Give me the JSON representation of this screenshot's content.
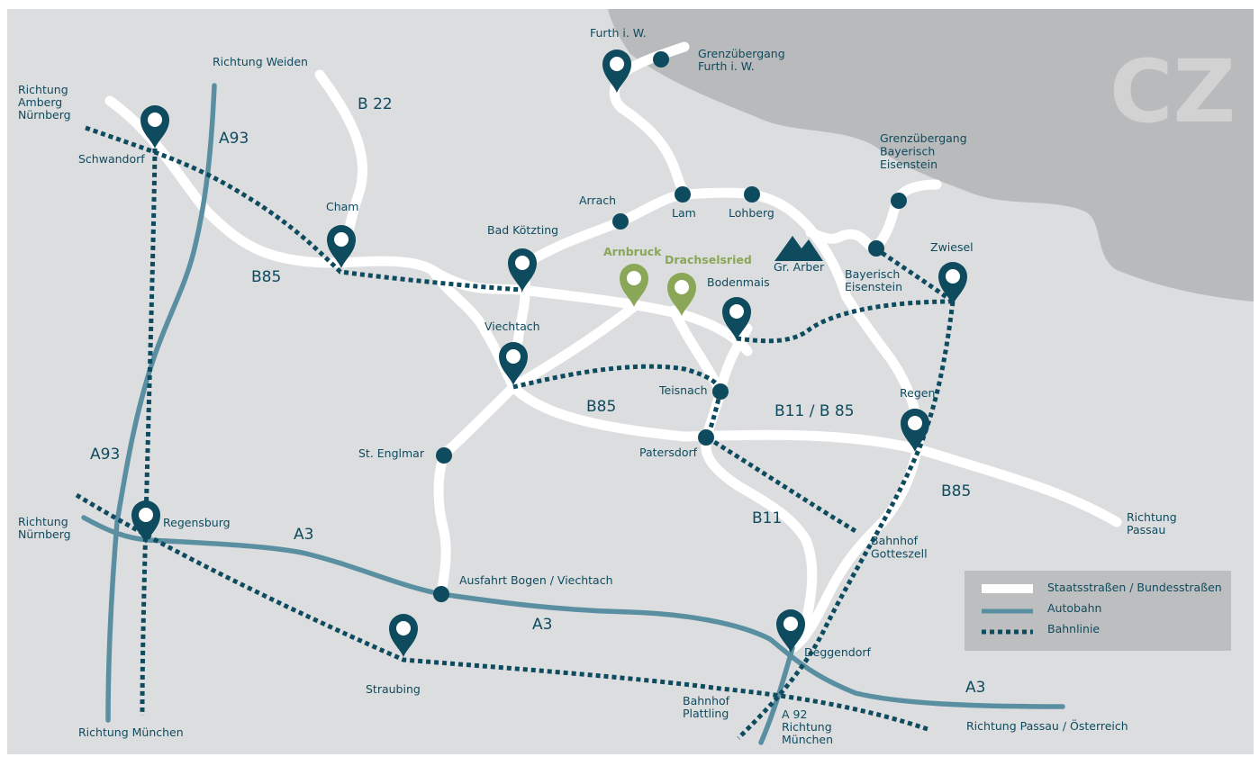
{
  "country": {
    "label": "CZ"
  },
  "colors": {
    "background": "#dcdddf",
    "czech_area": "#b9babc",
    "road": "#ffffff",
    "autobahn": "#5a8fa1",
    "rail": "#0e4b5e",
    "pin_blue": "#0e4b5e",
    "pin_green": "#8aa657",
    "legend_bg": "#bdbebf"
  },
  "labels": {
    "richtung_amberg": [
      "Richtung",
      "Amberg",
      "Nürnberg"
    ],
    "schwandorf": "Schwandorf",
    "richtung_weiden": "Richtung Weiden",
    "a93_top": "A93",
    "b22": "B 22",
    "cham": "Cham",
    "b85_west": "B85",
    "furth": "Furth i. W.",
    "grenz_furth": [
      "Grenzübergang",
      "Furth i. W."
    ],
    "arrach": "Arrach",
    "bad_koetzting": "Bad Kötzting",
    "lam": "Lam",
    "lohberg": "Lohberg",
    "grenz_bayerisch": [
      "Grenzübergang",
      "Bayerisch",
      "Eisenstein"
    ],
    "arnbruck": "Arnbruck",
    "drachselsried": "Drachselsried",
    "gr_arber": "Gr. Arber",
    "bodenmais": "Bodenmais",
    "bayerisch_eisenstein": [
      "Bayerisch",
      "Eisenstein"
    ],
    "zwiesel": "Zwiesel",
    "viechtach": "Viechtach",
    "teisnach": "Teisnach",
    "b85_mid": "B85",
    "b11_b85": "B11 / B 85",
    "regen": "Regen",
    "st_englmar": "St. Englmar",
    "patersdorf": "Patersdorf",
    "a93_mid": "A93",
    "b85_east": "B85",
    "richtung_passau": [
      "Richtung",
      "Passau"
    ],
    "richtung_nuernberg": [
      "Richtung",
      "Nürnberg"
    ],
    "regensburg": "Regensburg",
    "a3_west": "A3",
    "b11": "B11",
    "bahnhof_gotteszell": [
      "Bahnhof",
      "Gotteszell"
    ],
    "ausfahrt_bogen": "Ausfahrt Bogen / Viechtach",
    "a3_mid": "A3",
    "deggendorf": "Deggendorf",
    "straubing": "Straubing",
    "a3_east": "A3",
    "bahnhof_plattling": [
      "Bahnhof",
      "Plattling"
    ],
    "a92": [
      "A 92",
      "Richtung",
      "München"
    ],
    "richtung_passau_oesterreich": "Richtung Passau / Österreich",
    "richtung_muenchen": "Richtung München"
  },
  "legend": {
    "roads": "Staatsstraßen / Bundesstraßen",
    "autobahn": "Autobahn",
    "rail": "Bahnlinie"
  }
}
